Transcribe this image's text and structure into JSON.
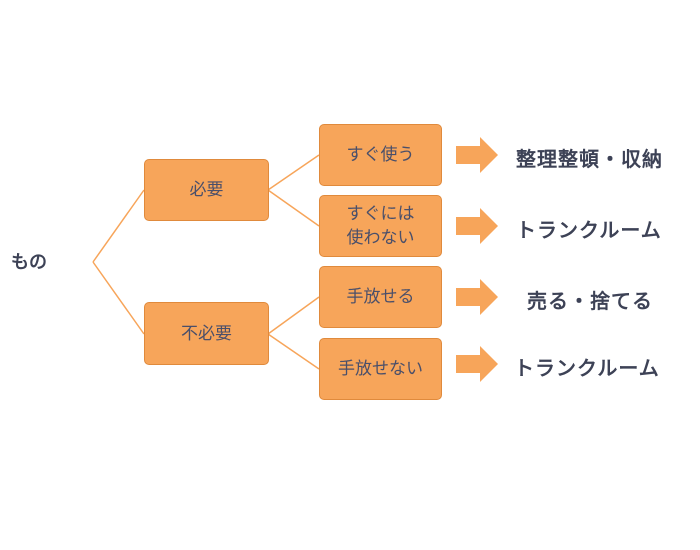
{
  "root": {
    "label": "もの"
  },
  "level1": [
    {
      "id": "needed",
      "label": "必要"
    },
    {
      "id": "unneeded",
      "label": "不必要"
    }
  ],
  "level2": [
    {
      "id": "use-soon",
      "label": "すぐ使う"
    },
    {
      "id": "not-soon",
      "label": "すぐには\n使わない"
    },
    {
      "id": "let-go",
      "label": "手放せる"
    },
    {
      "id": "cannot-let-go",
      "label": "手放せない"
    }
  ],
  "results": [
    {
      "label": "整理整頓・収納"
    },
    {
      "label": "トランクルーム"
    },
    {
      "label": "売る・捨てる"
    },
    {
      "label": "トランクルーム"
    }
  ],
  "colors": {
    "box_fill": "#f7a55a",
    "box_border": "#e08a3c",
    "connector": "#f7a55a",
    "arrow": "#f7a55a",
    "text": "#3d4256"
  }
}
